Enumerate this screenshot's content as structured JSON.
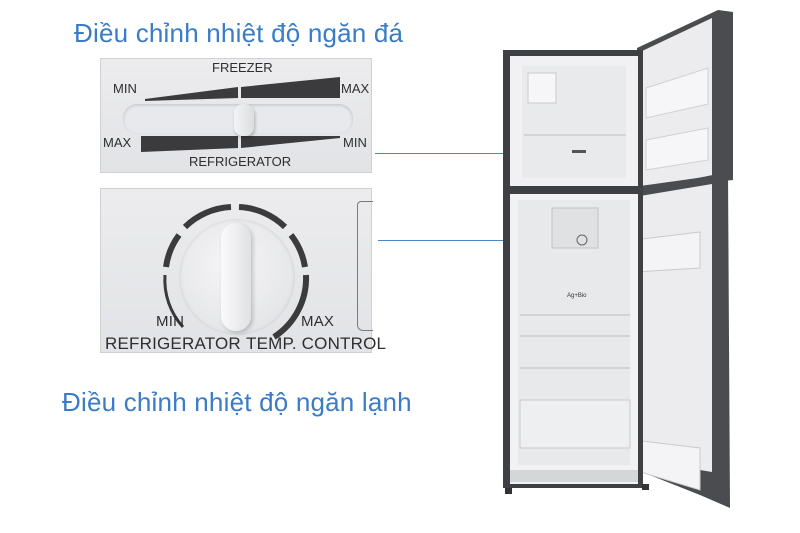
{
  "captions": {
    "freezer_control": "Điều chỉnh nhiệt độ ngăn đá",
    "fridge_control": "Điều chỉnh nhiệt độ ngăn lạnh"
  },
  "slider_panel": {
    "top_label": "FREEZER",
    "bottom_label": "REFRIGERATOR",
    "top_left": "MIN",
    "top_right": "MAX",
    "bottom_left": "MAX",
    "bottom_right": "MIN"
  },
  "dial_panel": {
    "min_label": "MIN",
    "max_label": "MAX",
    "bottom_label_left": "REFRIGERATOR",
    "bottom_label_right": "TEMP. CONTROL"
  },
  "fridge": {
    "badge": "Ag+Bio"
  },
  "colors": {
    "caption": "#3a7cc6",
    "connector": "#4a86c8",
    "panel_bg": "#e6e7ea",
    "marking": "#3b3b3e",
    "fridge_body": "#47494d"
  }
}
